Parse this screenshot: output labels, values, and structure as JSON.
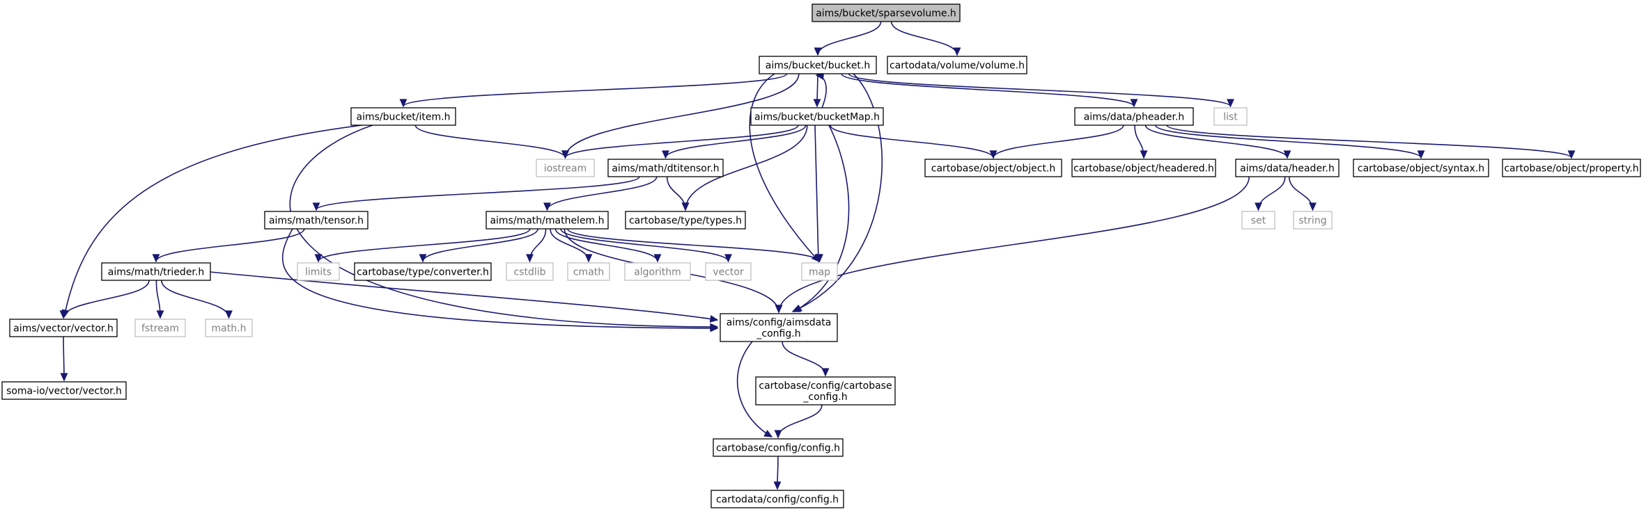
{
  "nodes": [
    {
      "id": "sparsevolume",
      "lines": [
        "aims/bucket/sparsevolume.h"
      ],
      "style": "root"
    },
    {
      "id": "bucket",
      "lines": [
        "aims/bucket/bucket.h"
      ],
      "style": "normal"
    },
    {
      "id": "carto_volume",
      "lines": [
        "cartodata/volume/volume.h"
      ],
      "style": "normal"
    },
    {
      "id": "item",
      "lines": [
        "aims/bucket/item.h"
      ],
      "style": "normal"
    },
    {
      "id": "bucketMap",
      "lines": [
        "aims/bucket/bucketMap.h"
      ],
      "style": "normal"
    },
    {
      "id": "pheader",
      "lines": [
        "aims/data/pheader.h"
      ],
      "style": "normal"
    },
    {
      "id": "list",
      "lines": [
        "list"
      ],
      "style": "external"
    },
    {
      "id": "iostream",
      "lines": [
        "iostream"
      ],
      "style": "external"
    },
    {
      "id": "dtitensor",
      "lines": [
        "aims/math/dtitensor.h"
      ],
      "style": "normal"
    },
    {
      "id": "object",
      "lines": [
        "cartobase/object/object.h"
      ],
      "style": "normal"
    },
    {
      "id": "headered",
      "lines": [
        "cartobase/object/headered.h"
      ],
      "style": "normal"
    },
    {
      "id": "header",
      "lines": [
        "aims/data/header.h"
      ],
      "style": "normal"
    },
    {
      "id": "syntax",
      "lines": [
        "cartobase/object/syntax.h"
      ],
      "style": "normal"
    },
    {
      "id": "property",
      "lines": [
        "cartobase/object/property.h"
      ],
      "style": "normal"
    },
    {
      "id": "tensor",
      "lines": [
        "aims/math/tensor.h"
      ],
      "style": "normal"
    },
    {
      "id": "mathelem",
      "lines": [
        "aims/math/mathelem.h"
      ],
      "style": "normal"
    },
    {
      "id": "types",
      "lines": [
        "cartobase/type/types.h"
      ],
      "style": "normal"
    },
    {
      "id": "set",
      "lines": [
        "set"
      ],
      "style": "external"
    },
    {
      "id": "string",
      "lines": [
        "string"
      ],
      "style": "external"
    },
    {
      "id": "trieder",
      "lines": [
        "aims/math/trieder.h"
      ],
      "style": "normal"
    },
    {
      "id": "limits",
      "lines": [
        "limits"
      ],
      "style": "external"
    },
    {
      "id": "converter",
      "lines": [
        "cartobase/type/converter.h"
      ],
      "style": "normal"
    },
    {
      "id": "cstdlib",
      "lines": [
        "cstdlib"
      ],
      "style": "external"
    },
    {
      "id": "cmath",
      "lines": [
        "cmath"
      ],
      "style": "external"
    },
    {
      "id": "algorithm",
      "lines": [
        "algorithm"
      ],
      "style": "external"
    },
    {
      "id": "vector",
      "lines": [
        "vector"
      ],
      "style": "external"
    },
    {
      "id": "map",
      "lines": [
        "map"
      ],
      "style": "external"
    },
    {
      "id": "aims_vector",
      "lines": [
        "aims/vector/vector.h"
      ],
      "style": "normal"
    },
    {
      "id": "fstream",
      "lines": [
        "fstream"
      ],
      "style": "external"
    },
    {
      "id": "math_h",
      "lines": [
        "math.h"
      ],
      "style": "external"
    },
    {
      "id": "aimsdata_config",
      "lines": [
        "aims/config/aimsdata",
        "_config.h"
      ],
      "style": "normal"
    },
    {
      "id": "somaio_vector",
      "lines": [
        "soma-io/vector/vector.h"
      ],
      "style": "normal"
    },
    {
      "id": "cartobase_config",
      "lines": [
        "cartobase/config/cartobase",
        "_config.h"
      ],
      "style": "normal"
    },
    {
      "id": "config",
      "lines": [
        "cartobase/config/config.h"
      ],
      "style": "normal"
    },
    {
      "id": "cartodata_config",
      "lines": [
        "cartodata/config/config.h"
      ],
      "style": "normal"
    }
  ],
  "edges": [
    [
      "sparsevolume",
      "bucket"
    ],
    [
      "sparsevolume",
      "carto_volume"
    ],
    [
      "bucket",
      "item"
    ],
    [
      "bucket",
      "bucketMap"
    ],
    [
      "bucket",
      "pheader"
    ],
    [
      "bucket",
      "list"
    ],
    [
      "bucket",
      "iostream"
    ],
    [
      "bucket",
      "map"
    ],
    [
      "bucket",
      "aimsdata_config"
    ],
    [
      "bucketMap",
      "bucket"
    ],
    [
      "bucketMap",
      "iostream"
    ],
    [
      "bucketMap",
      "dtitensor"
    ],
    [
      "bucketMap",
      "object"
    ],
    [
      "bucketMap",
      "types"
    ],
    [
      "bucketMap",
      "map"
    ],
    [
      "bucketMap",
      "aimsdata_config"
    ],
    [
      "item",
      "iostream"
    ],
    [
      "item",
      "aims_vector"
    ],
    [
      "item",
      "aimsdata_config"
    ],
    [
      "pheader",
      "object"
    ],
    [
      "pheader",
      "headered"
    ],
    [
      "pheader",
      "header"
    ],
    [
      "pheader",
      "syntax"
    ],
    [
      "pheader",
      "property"
    ],
    [
      "header",
      "set"
    ],
    [
      "header",
      "string"
    ],
    [
      "header",
      "aimsdata_config"
    ],
    [
      "dtitensor",
      "tensor"
    ],
    [
      "dtitensor",
      "mathelem"
    ],
    [
      "dtitensor",
      "types"
    ],
    [
      "tensor",
      "trieder"
    ],
    [
      "tensor",
      "aimsdata_config"
    ],
    [
      "mathelem",
      "limits"
    ],
    [
      "mathelem",
      "converter"
    ],
    [
      "mathelem",
      "cstdlib"
    ],
    [
      "mathelem",
      "cmath"
    ],
    [
      "mathelem",
      "algorithm"
    ],
    [
      "mathelem",
      "vector"
    ],
    [
      "mathelem",
      "map"
    ],
    [
      "mathelem",
      "aimsdata_config"
    ],
    [
      "trieder",
      "aims_vector"
    ],
    [
      "trieder",
      "fstream"
    ],
    [
      "trieder",
      "math_h"
    ],
    [
      "trieder",
      "aimsdata_config"
    ],
    [
      "aims_vector",
      "somaio_vector"
    ],
    [
      "aimsdata_config",
      "cartobase_config"
    ],
    [
      "aimsdata_config",
      "config"
    ],
    [
      "cartobase_config",
      "config"
    ],
    [
      "config",
      "cartodata_config"
    ]
  ],
  "colors": {
    "edge": "#191970",
    "root_fill": "#bfbfbf",
    "node_border": "#000000",
    "external_border": "#bfbfbf",
    "external_text": "#7f7f7f"
  }
}
